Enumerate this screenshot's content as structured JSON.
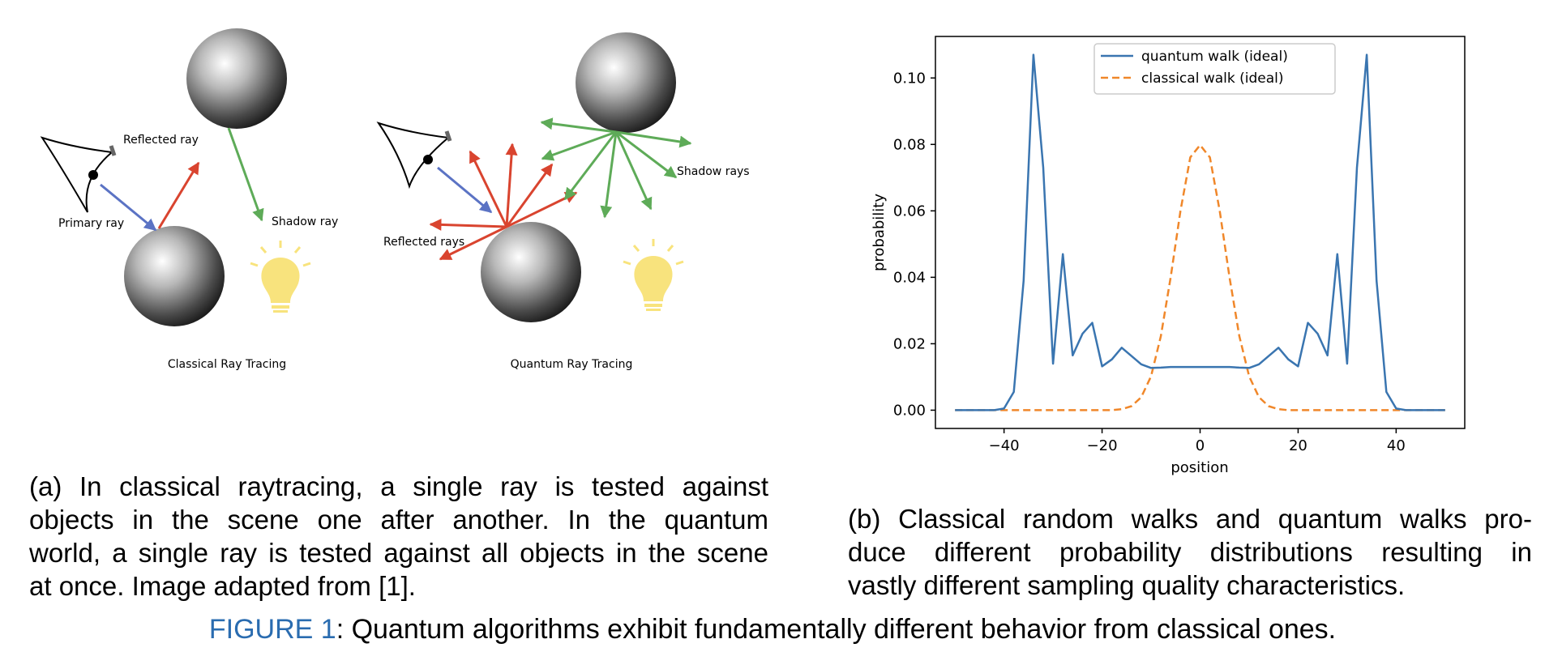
{
  "panel_a": {
    "classical": {
      "title": "Classical Ray Tracing",
      "labels": {
        "reflected": "Reflected ray",
        "primary": "Primary ray",
        "shadow": "Shadow ray"
      }
    },
    "quantum": {
      "title": "Quantum Ray Tracing",
      "labels": {
        "reflected": "Reflected rays",
        "shadow": "Shadow rays"
      }
    },
    "colors": {
      "primary_ray": "#5b73c4",
      "reflected_ray": "#d9442f",
      "shadow_ray": "#5eab58",
      "bulb": "#f8e37d"
    },
    "icons": [
      "eye-icon",
      "sphere-icon",
      "lightbulb-icon"
    ]
  },
  "captions": {
    "a_lines": [
      "(a) In classical raytracing, a single ray is tested against",
      "objects in the scene one after another. In the quantum",
      "world, a single ray is tested against all objects in the scene",
      "at once. Image adapted from [1]."
    ],
    "b_lines": [
      "(b) Classical random walks and quantum walks pro-",
      "duce different probability distributions resulting in",
      "vastly different sampling quality characteristics."
    ]
  },
  "figure": {
    "label": "FIGURE 1",
    "text": ": Quantum algorithms exhibit fundamentally different behavior from classical ones."
  },
  "chart_data": {
    "type": "line",
    "xlabel": "position",
    "ylabel": "probability",
    "xlim": [
      -54,
      54
    ],
    "ylim": [
      -0.0055,
      0.1125
    ],
    "xticks": [
      -40,
      -20,
      0,
      20,
      40
    ],
    "yticks": [
      0.0,
      0.02,
      0.04,
      0.06,
      0.08,
      0.1
    ],
    "xtick_labels": [
      "−40",
      "−20",
      "0",
      "20",
      "40"
    ],
    "ytick_labels": [
      "0.00",
      "0.02",
      "0.04",
      "0.06",
      "0.08",
      "0.10"
    ],
    "grid": false,
    "legend_position": "top-center",
    "x": [
      -50,
      -48,
      -46,
      -44,
      -42,
      -40,
      -38,
      -36,
      -34,
      -32,
      -30,
      -28,
      -26,
      -24,
      -22,
      -20,
      -18,
      -16,
      -14,
      -12,
      -10,
      -8,
      -6,
      -4,
      -2,
      0,
      2,
      4,
      6,
      8,
      10,
      12,
      14,
      16,
      18,
      20,
      22,
      24,
      26,
      28,
      30,
      32,
      34,
      36,
      38,
      40,
      42,
      44,
      46,
      48,
      50
    ],
    "series": [
      {
        "name": "quantum walk (ideal)",
        "color": "#3a75b0",
        "style": "solid",
        "values": [
          0,
          0,
          0,
          0,
          0,
          0.0005,
          0.0055,
          0.039,
          0.107,
          0.073,
          0.014,
          0.047,
          0.0165,
          0.023,
          0.0263,
          0.0132,
          0.0153,
          0.0188,
          0.0163,
          0.0138,
          0.0127,
          0.0128,
          0.013,
          0.013,
          0.013,
          0.013,
          0.013,
          0.013,
          0.013,
          0.0128,
          0.0127,
          0.0138,
          0.0163,
          0.0188,
          0.0153,
          0.0132,
          0.0263,
          0.023,
          0.0165,
          0.047,
          0.014,
          0.073,
          0.107,
          0.039,
          0.0055,
          0.0005,
          0,
          0,
          0,
          0,
          0
        ]
      },
      {
        "name": "classical walk (ideal)",
        "color": "#f0872a",
        "style": "dashed",
        "values": [
          0,
          0,
          0,
          0,
          0,
          0,
          0,
          0,
          0,
          0,
          0,
          0,
          0,
          0,
          0,
          0,
          0,
          0.0003,
          0.0012,
          0.0039,
          0.0102,
          0.0223,
          0.04,
          0.06,
          0.0761,
          0.0798,
          0.0761,
          0.06,
          0.04,
          0.0223,
          0.0102,
          0.0039,
          0.0012,
          0.0003,
          0,
          0,
          0,
          0,
          0,
          0,
          0,
          0,
          0,
          0,
          0,
          0,
          0,
          0,
          0,
          0,
          0
        ]
      }
    ]
  }
}
